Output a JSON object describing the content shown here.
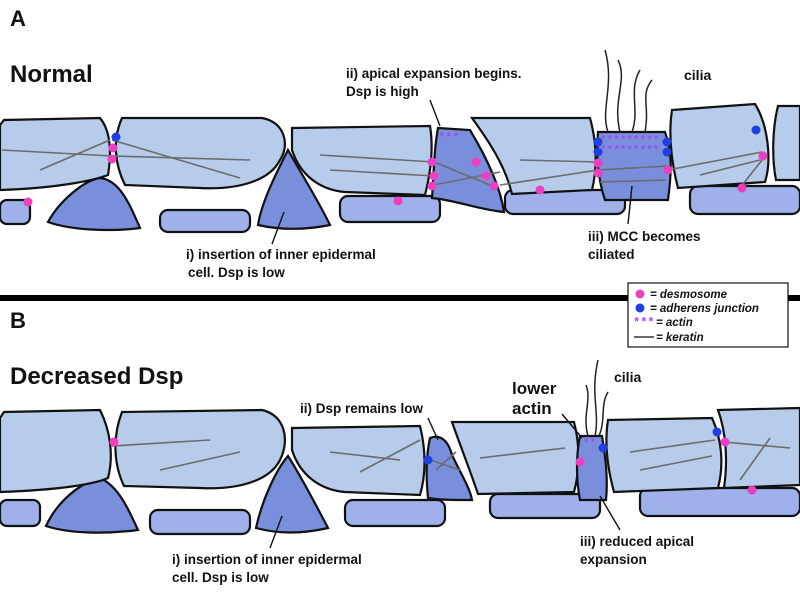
{
  "panel_a": {
    "letter": "A",
    "title": "Normal",
    "step_ii_line1": "ii) apical expansion begins.",
    "step_ii_line2": "Dsp is high",
    "cilia": "cilia",
    "step_i_line1": "i) insertion of inner epidermal",
    "step_i_line2": "cell.  Dsp is low",
    "step_iii_line1": "iii) MCC becomes",
    "step_iii_line2": "ciliated",
    "actin_marks": "***",
    "actin_marks_long": "*********"
  },
  "panel_b": {
    "letter": "B",
    "title": "Decreased Dsp",
    "step_ii": "ii) Dsp remains low",
    "lower_actin_line1": "lower",
    "lower_actin_line2": "actin",
    "cilia": "cilia",
    "actin_marks": "**",
    "step_i_line1": "i) insertion of inner epidermal",
    "step_i_line2": "cell.  Dsp is low",
    "step_iii_line1": "iii) reduced apical",
    "step_iii_line2": "expansion"
  },
  "legend": {
    "desmosome": "= desmosome",
    "adherens": "= adherens junction",
    "actin_marks": "***",
    "actin": "= actin",
    "keratin": "= keratin"
  },
  "colors": {
    "desmosome": "#ee3fc0",
    "adherens_junction": "#1f3fe0",
    "actin": "#a24cf0",
    "keratin": "#6b6b6b",
    "cell_light": "#b7cbea",
    "cell_dark": "#7a8fdc"
  }
}
